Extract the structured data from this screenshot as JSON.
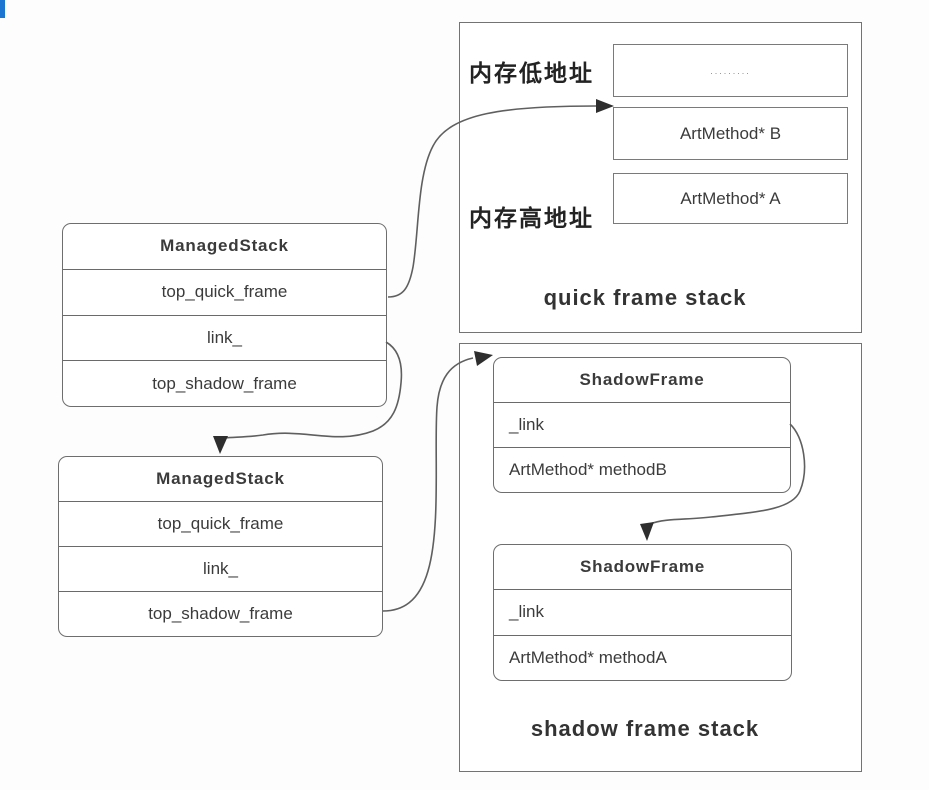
{
  "accent": {
    "color": "#1b76d2"
  },
  "colors": {
    "title_purple": "#5b2da0",
    "box_border": "#6e6e6e",
    "wire": "#5f5f5f",
    "text": "#3b3b3b"
  },
  "managed_stacks": [
    {
      "title": "ManagedStack",
      "rows": [
        "top_quick_frame",
        "link_",
        "top_shadow_frame"
      ]
    },
    {
      "title": "ManagedStack",
      "rows": [
        "top_quick_frame",
        "link_",
        "top_shadow_frame"
      ]
    }
  ],
  "quick_stack": {
    "label_low": "内存低地址",
    "label_high": "内存高地址",
    "placeholder_dots": ".........",
    "slots": [
      "ArtMethod* B",
      "ArtMethod* A"
    ],
    "caption": "quick frame stack"
  },
  "shadow_stack": {
    "frames": [
      {
        "title": "ShadowFrame",
        "rows": [
          "_link",
          "ArtMethod* methodB"
        ]
      },
      {
        "title": "ShadowFrame",
        "rows": [
          "_link",
          "ArtMethod* methodA"
        ]
      }
    ],
    "caption": "shadow frame stack"
  }
}
